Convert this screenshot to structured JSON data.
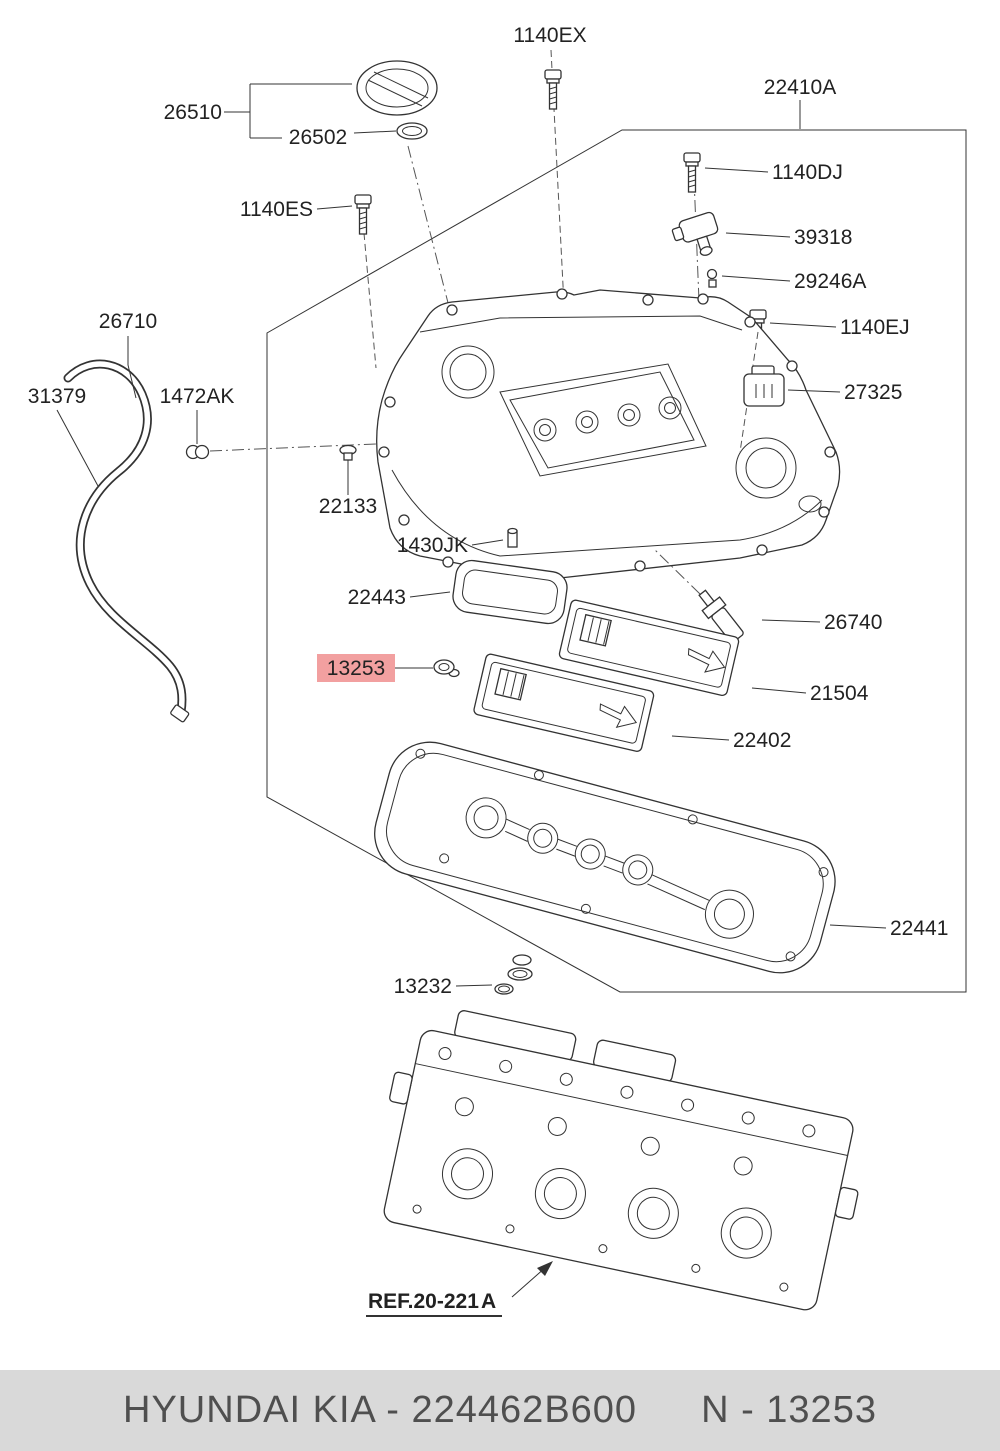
{
  "callouts": [
    {
      "id": "1140EX",
      "text": "1140EX"
    },
    {
      "id": "26510",
      "text": "26510"
    },
    {
      "id": "26502",
      "text": "26502"
    },
    {
      "id": "22410A",
      "text": "22410A"
    },
    {
      "id": "1140DJ",
      "text": "1140DJ"
    },
    {
      "id": "39318",
      "text": "39318"
    },
    {
      "id": "29246A",
      "text": "29246A"
    },
    {
      "id": "1140ES",
      "text": "1140ES"
    },
    {
      "id": "1140EJ",
      "text": "1140EJ"
    },
    {
      "id": "27325",
      "text": "27325"
    },
    {
      "id": "26710",
      "text": "26710"
    },
    {
      "id": "31379",
      "text": "31379"
    },
    {
      "id": "1472AK",
      "text": "1472AK"
    },
    {
      "id": "22133",
      "text": "22133"
    },
    {
      "id": "1430JK",
      "text": "1430JK"
    },
    {
      "id": "22443",
      "text": "22443"
    },
    {
      "id": "26740",
      "text": "26740"
    },
    {
      "id": "13253",
      "text": "13253",
      "highlighted": true
    },
    {
      "id": "21504",
      "text": "21504"
    },
    {
      "id": "22402",
      "text": "22402"
    },
    {
      "id": "22441",
      "text": "22441"
    },
    {
      "id": "13232",
      "text": "13232"
    }
  ],
  "ref_note": {
    "text": "REF.20-221",
    "suffix": "A"
  },
  "footer": {
    "left": "HYUNDAI  KIA - 224462B600",
    "right": "N - 13253"
  },
  "colors": {
    "highlight_bg": "#f2a0a0",
    "highlight_text": "#943a3a",
    "footer_bg": "#d9d9d9",
    "footer_text": "#4f4f4f",
    "line": "#333333"
  }
}
